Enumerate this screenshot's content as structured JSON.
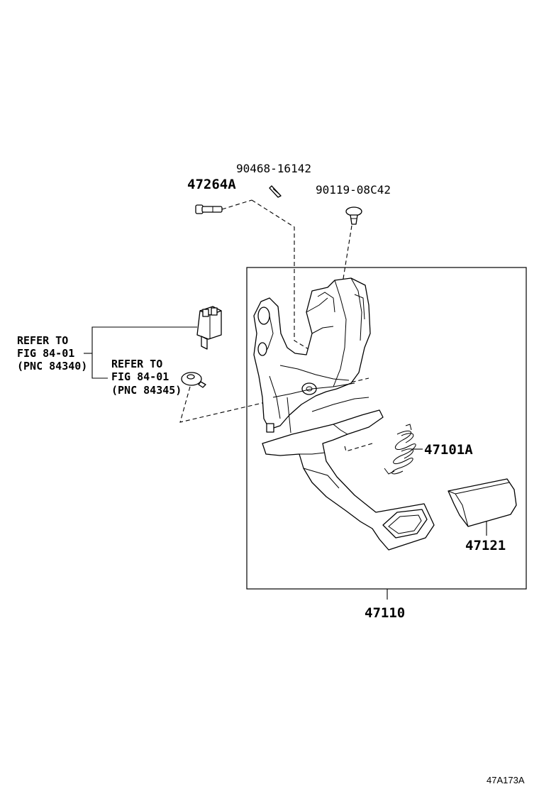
{
  "labels": {
    "bolt": "47264A",
    "pin": "90468-16142",
    "clip": "90119-08C42",
    "spring": "47101A",
    "pad": "47121",
    "assembly": "47110"
  },
  "refer_1": {
    "line1": "REFER TO",
    "line2": "FIG 84-01",
    "line3": "(PNC 84340)"
  },
  "refer_2": {
    "line1": "REFER TO",
    "line2": "FIG 84-01",
    "line3": "(PNC 84345)"
  },
  "figure_code": "47A173A"
}
